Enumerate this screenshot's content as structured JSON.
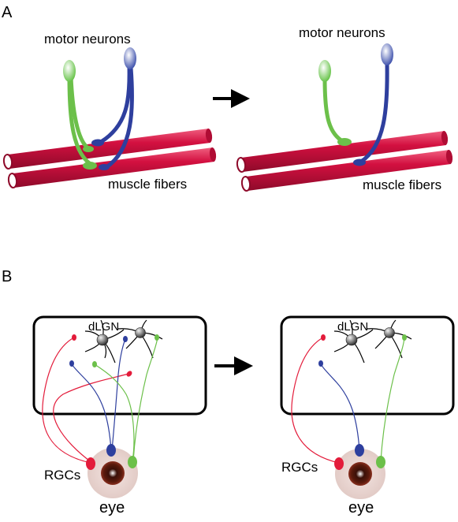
{
  "panel_a": {
    "letter": "A",
    "before": {
      "neurons_label": "motor neurons",
      "fibers_label": "muscle fibers"
    },
    "after": {
      "neurons_label": "motor neurons",
      "fibers_label": "muscle fibers"
    }
  },
  "panel_b": {
    "letter": "B",
    "before": {
      "region_label": "dLGN",
      "cells_label": "RGCs",
      "eye_label": "eye"
    },
    "after": {
      "region_label": "dLGN",
      "cells_label": "RGCs",
      "eye_label": "eye"
    }
  },
  "colors": {
    "green": "#6cc04a",
    "blue": "#2e3f9e",
    "red": "#e31b3a",
    "muscle": "#d0103e",
    "eye_halo": "#ead6d2"
  }
}
